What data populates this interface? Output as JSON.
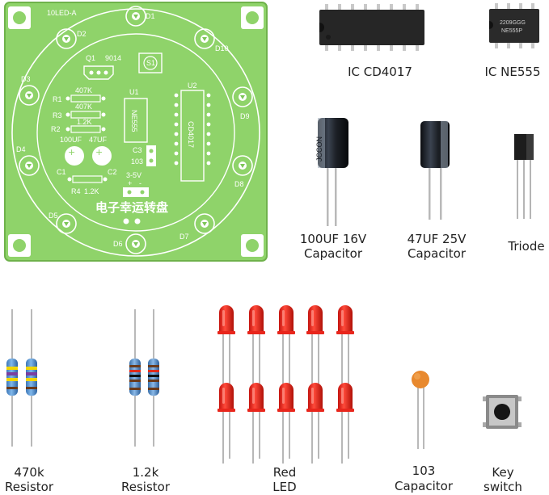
{
  "pcb": {
    "model": "10LED-A",
    "title": "电子幸运转盘",
    "leds": [
      "D1",
      "D2",
      "D3",
      "D4",
      "D5",
      "D6",
      "D7",
      "D8",
      "D9",
      "D10"
    ],
    "resistors": [
      "R1",
      "R2",
      "R3",
      "R4"
    ],
    "values": {
      "r1": "407K",
      "r3": "407K",
      "r2": "1.2K",
      "r4": "1.2K",
      "c1": "100UF",
      "c2": "47UF",
      "c3": "103",
      "q1": "Q1",
      "q1_part": "9014",
      "u1": "U1",
      "u1_part": "NE555",
      "u2": "U2",
      "u2_part": "CD4017",
      "s1": "S1",
      "c3_label": "C3",
      "c1_label": "C1",
      "c2_label": "C2",
      "power": "3-5V",
      "plus": "+",
      "minus": "-"
    }
  },
  "labels": {
    "cd4017": "IC CD4017",
    "ne555": "IC NE555",
    "ne555_marking1": "2209GGG",
    "ne555_marking2": "NE555P",
    "cap100_line1": "100UF 16V",
    "cap100_line2": "Capacitor",
    "cap47_line1": "47UF 25V",
    "cap47_line2": "Capacitor",
    "triode": "Triode",
    "r470_line1": "470k",
    "r470_line2": "Resistor",
    "r12_line1": "1.2k",
    "r12_line2": "Resistor",
    "led_line1": "Red",
    "led_line2": "LED",
    "c103_line1": "103",
    "c103_line2": "Capacitor",
    "key_line1": "Key",
    "key_line2": "switch",
    "cap_brand": "JCCON"
  },
  "colors": {
    "pcb": "#8fd36a",
    "led": "#e8261c",
    "ceramic": "#e8892e",
    "capBody": "#1c2026"
  }
}
